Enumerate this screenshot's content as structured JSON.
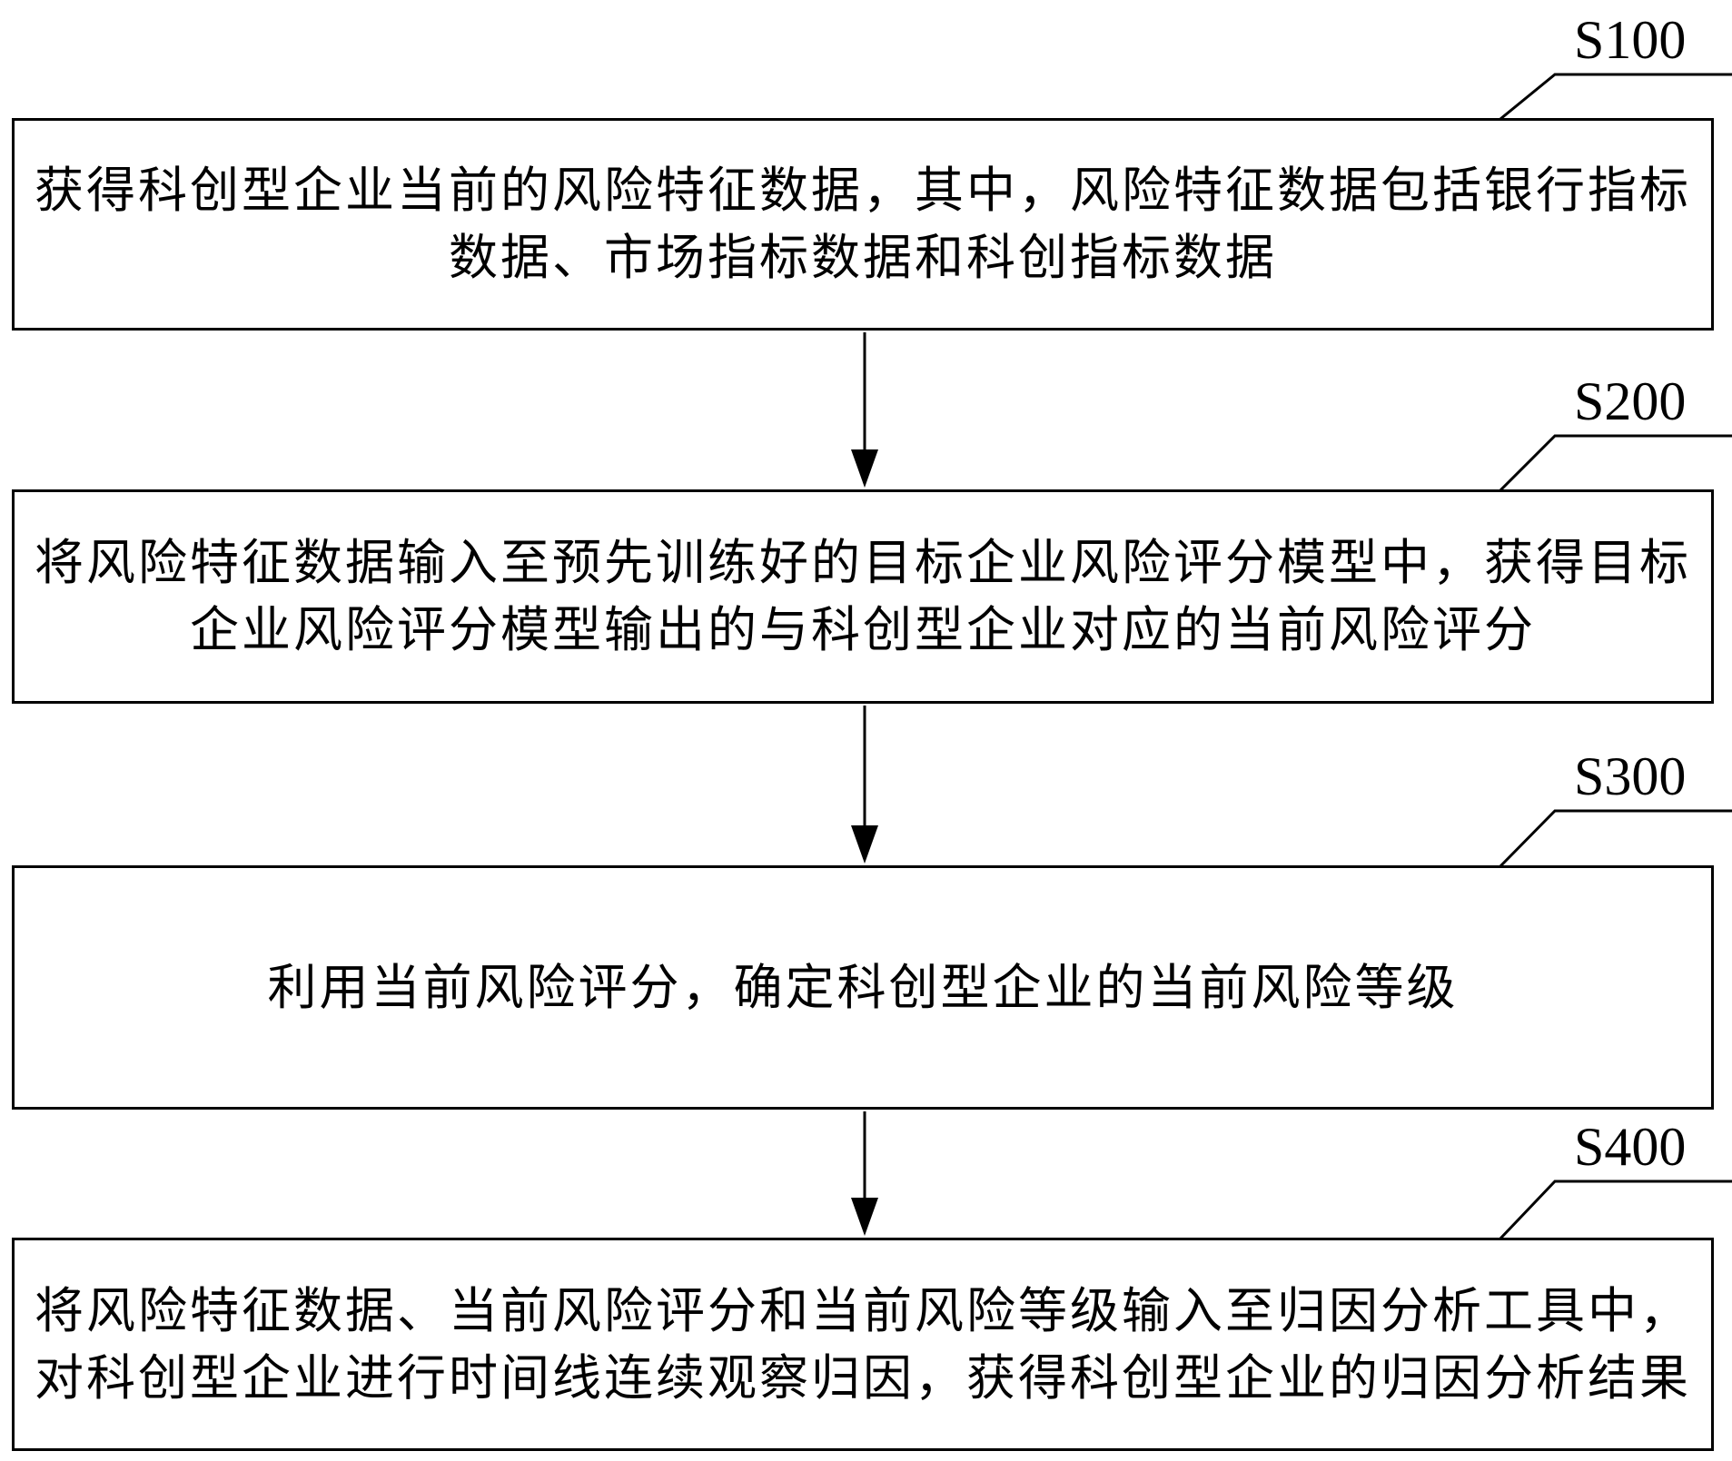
{
  "colors": {
    "ink": "#000000",
    "background": "#ffffff"
  },
  "flowchart": {
    "steps": [
      {
        "label": "S100",
        "lines": [
          "获得科创型企业当前的风险特征数据，其中，风险特征数据包括银行指标",
          "数据、市场指标数据和科创指标数据"
        ]
      },
      {
        "label": "S200",
        "lines": [
          "将风险特征数据输入至预先训练好的目标企业风险评分模型中，获得目标",
          "企业风险评分模型输出的与科创型企业对应的当前风险评分"
        ]
      },
      {
        "label": "S300",
        "lines": [
          "利用当前风险评分，确定科创型企业的当前风险等级"
        ]
      },
      {
        "label": "S400",
        "lines": [
          "将风险特征数据、当前风险评分和当前风险等级输入至归因分析工具中，",
          "对科创型企业进行时间线连续观察归因，获得科创型企业的归因分析结果"
        ]
      }
    ]
  }
}
